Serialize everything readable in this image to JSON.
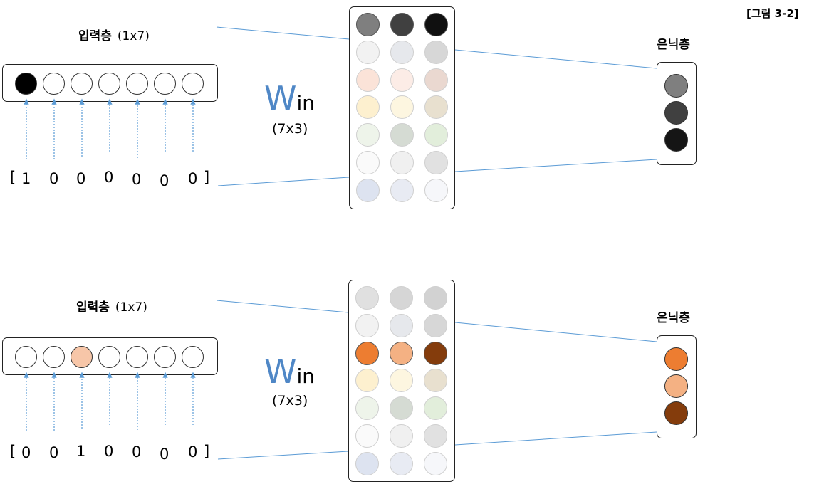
{
  "figure_label": "[그림 3-2]",
  "panels": [
    {
      "input_label": "입력층",
      "input_dim": "(1x7)",
      "vector": {
        "open": "[",
        "values": [
          "1",
          "0",
          "0",
          "0",
          "0",
          "0",
          "0"
        ],
        "close": "]"
      },
      "input_fills": [
        "#000000",
        "#ffffff",
        "#ffffff",
        "#ffffff",
        "#ffffff",
        "#ffffff",
        "#ffffff"
      ],
      "weight_name_big": "W",
      "weight_name_small": "in",
      "weight_dim": "(7x3)",
      "matrix_fills": [
        [
          "#7f7f7f",
          "#404040",
          "#101010"
        ],
        [
          "#f2f2f2",
          "#e6e8ec",
          "#d7d7d7"
        ],
        [
          "#fbe3d8",
          "#fcece6",
          "#ead8d0"
        ],
        [
          "#fdf0cf",
          "#fdf6e0",
          "#e8e0cf"
        ],
        [
          "#eef4ea",
          "#d5dbd3",
          "#e2eedb"
        ],
        [
          "#fafafa",
          "#f0f0f0",
          "#e1e1e1"
        ],
        [
          "#dde3f0",
          "#e8ebf3",
          "#f6f7fa"
        ]
      ],
      "hidden_label": "은닉층",
      "hidden_fills": [
        "#7f7f7f",
        "#404040",
        "#151515"
      ]
    },
    {
      "input_label": "입력층",
      "input_dim": "(1x7)",
      "vector": {
        "open": "[",
        "values": [
          "0",
          "0",
          "1",
          "0",
          "0",
          "0",
          "0"
        ],
        "close": "]"
      },
      "input_fills": [
        "#ffffff",
        "#ffffff",
        "#f7c6a8",
        "#ffffff",
        "#ffffff",
        "#ffffff",
        "#ffffff"
      ],
      "weight_name_big": "W",
      "weight_name_small": "in",
      "weight_dim": "(7x3)",
      "matrix_fills": [
        [
          "#e0e0e0",
          "#d6d6d6",
          "#d2d2d2"
        ],
        [
          "#f2f2f2",
          "#e6e8ec",
          "#d7d7d7"
        ],
        [
          "#ed7d31",
          "#f4b183",
          "#843c0c"
        ],
        [
          "#fdf0cf",
          "#fdf6e0",
          "#e8e0cf"
        ],
        [
          "#eef4ea",
          "#d5dbd3",
          "#e2eedb"
        ],
        [
          "#fafafa",
          "#f0f0f0",
          "#e1e1e1"
        ],
        [
          "#dde3f0",
          "#e8ebf3",
          "#f6f7fa"
        ]
      ],
      "hidden_label": "은닉층",
      "hidden_fills": [
        "#ed7d31",
        "#f4b183",
        "#843c0c"
      ]
    }
  ],
  "colors": {
    "line": "#5b9bd5",
    "arrow": "#5b9bd5",
    "win": "#4f87c6"
  }
}
